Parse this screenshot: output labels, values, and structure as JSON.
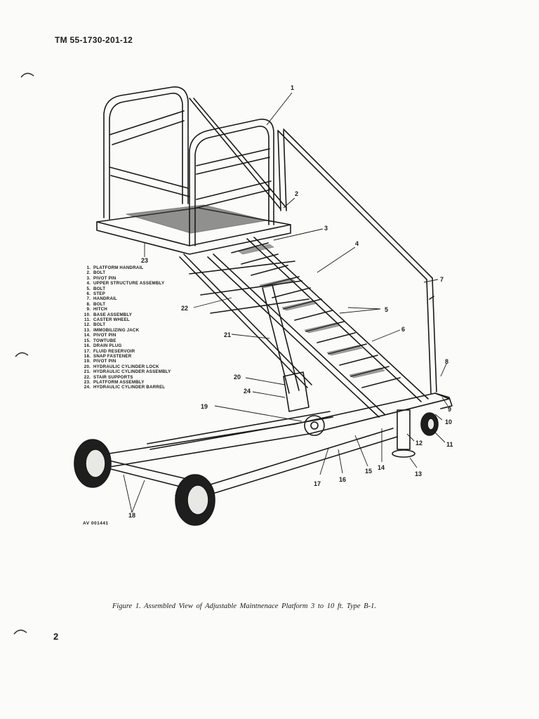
{
  "header": {
    "tm_number": "TM 55-1730-201-12"
  },
  "figure": {
    "legend": [
      {
        "num": "1.",
        "label": "PLATFORM HANDRAIL"
      },
      {
        "num": "2.",
        "label": "BOLT"
      },
      {
        "num": "3.",
        "label": "PIVOT PIN"
      },
      {
        "num": "4.",
        "label": "UPPER STRUCTURE ASSEMBLY"
      },
      {
        "num": "5.",
        "label": "BOLT"
      },
      {
        "num": "6.",
        "label": "STEP"
      },
      {
        "num": "7.",
        "label": "HANDRAIL"
      },
      {
        "num": "8.",
        "label": "BOLT"
      },
      {
        "num": "9.",
        "label": "HITCH"
      },
      {
        "num": "10.",
        "label": "BASE ASSEMBLY"
      },
      {
        "num": "11.",
        "label": "CASTER WHEEL"
      },
      {
        "num": "12.",
        "label": "BOLT"
      },
      {
        "num": "13.",
        "label": "IMMOBILIZING JACK"
      },
      {
        "num": "14.",
        "label": "PIVOT PIN"
      },
      {
        "num": "15.",
        "label": "TOWTUBE"
      },
      {
        "num": "16.",
        "label": "DRAIN PLUG"
      },
      {
        "num": "17.",
        "label": "FLUID RESERVOIR"
      },
      {
        "num": "18.",
        "label": "SNAP FASTENER"
      },
      {
        "num": "19.",
        "label": "PIVOT PIN"
      },
      {
        "num": "20.",
        "label": "HYDRAULIC CYLINDER LOCK"
      },
      {
        "num": "21.",
        "label": "HYDRAULIC CYLINDER ASSEMBLY"
      },
      {
        "num": "22.",
        "label": "STAIR SUPPORTS"
      },
      {
        "num": "23.",
        "label": "PLATFORM ASSEMBLY"
      },
      {
        "num": "24.",
        "label": "HYDRAULIC CYLINDER BARREL"
      }
    ],
    "callouts": {
      "c1": "1",
      "c2": "2",
      "c3": "3",
      "c4": "4",
      "c5": "5",
      "c6": "6",
      "c7": "7",
      "c8": "8",
      "c9": "9",
      "c10": "10",
      "c11": "11",
      "c12": "12",
      "c13": "13",
      "c14": "14",
      "c15": "15",
      "c16": "16",
      "c17": "17",
      "c18": "18",
      "c19": "19",
      "c20": "20",
      "c21": "21",
      "c22": "22",
      "c23": "23",
      "c24": "24"
    },
    "code": "AV 001441",
    "caption": "Figure 1. Assembled View of Adjustable Maintnenace Platform 3 to 10 ft. Type B-1."
  },
  "footer": {
    "page_number": "2"
  }
}
